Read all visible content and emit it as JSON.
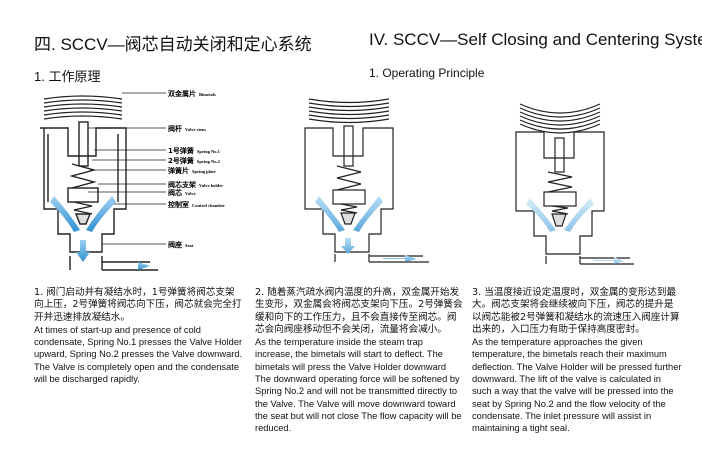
{
  "headings": {
    "zh": "四. SCCV—阀芯自动关闭和定心系统",
    "en": "IV. SCCV—Self Closing and Centering System"
  },
  "subheadings": {
    "zh": "1. 工作原理",
    "en": "1. Operating Principle"
  },
  "figure1": {
    "labels": [
      {
        "zh": "双金属片",
        "en": "Bimetals"
      },
      {
        "zh": "阀杆",
        "en": "Valve stem"
      },
      {
        "zh": "1号弹簧",
        "en": "Spring No.1"
      },
      {
        "zh": "2号弹簧",
        "en": "Spring No.2"
      },
      {
        "zh": "弹簧片",
        "en": "Spring plate"
      },
      {
        "zh": "阀芯支架",
        "en": "Valve holder"
      },
      {
        "zh": "阀芯",
        "en": "Valve"
      },
      {
        "zh": "控制室",
        "en": "Control chamber"
      },
      {
        "zh": "阀座",
        "en": "Seat"
      }
    ]
  },
  "columns": [
    {
      "zh": "1. 阀门启动并有凝结水时，1号弹簧将阀芯支架向上压，2号弹簧将阀芯向下压，阀芯就会完全打开并迅速排放凝结水。",
      "en": "At times of start-up and presence of cold condensate, Spring No.1 presses the Valve Holder upward, Spring No.2 presses the Valve downward. The Valve is completely open and the condensate will be discharged rapidly."
    },
    {
      "zh": "2. 随着蒸汽疏水阀内温度的升高，双金属开始发生变形，双金属会将阀芯支架向下压。2号弹簧会缓和向下的工作压力，且不会直接传至阀芯。阀芯会向阀座移动但不会关闭，流量将会减小。",
      "en": "As the temperature inside the steam trap increase, the bimetals will start to deflect. The bimetals will press the Valve Holder downward The downward operating force will be softened by Spring No.2 and will not be transmitted directly to the Valve. The Valve will move downward toward the seat but will not close The flow capacity will be reduced."
    },
    {
      "zh": "3. 当温度接近设定温度时，双金属的变形达到最大。阀芯支架将会继续被向下压，阀芯的提升是以阀芯能被2号弹簧和凝结水的流速压入阀座计算出来的，入口压力有助于保持高度密封。",
      "en": "As the temperature approaches the given temperature, the bimetals reach their maximum deflection. The Valve Holder will be pressed further downward. The lift of the valve is calculated in such a way that the valve will be pressed into the seat by Spring No.2 and the flow velocity of the condensate. The inlet pressure will assist in maintaining a tight seal."
    }
  ]
}
